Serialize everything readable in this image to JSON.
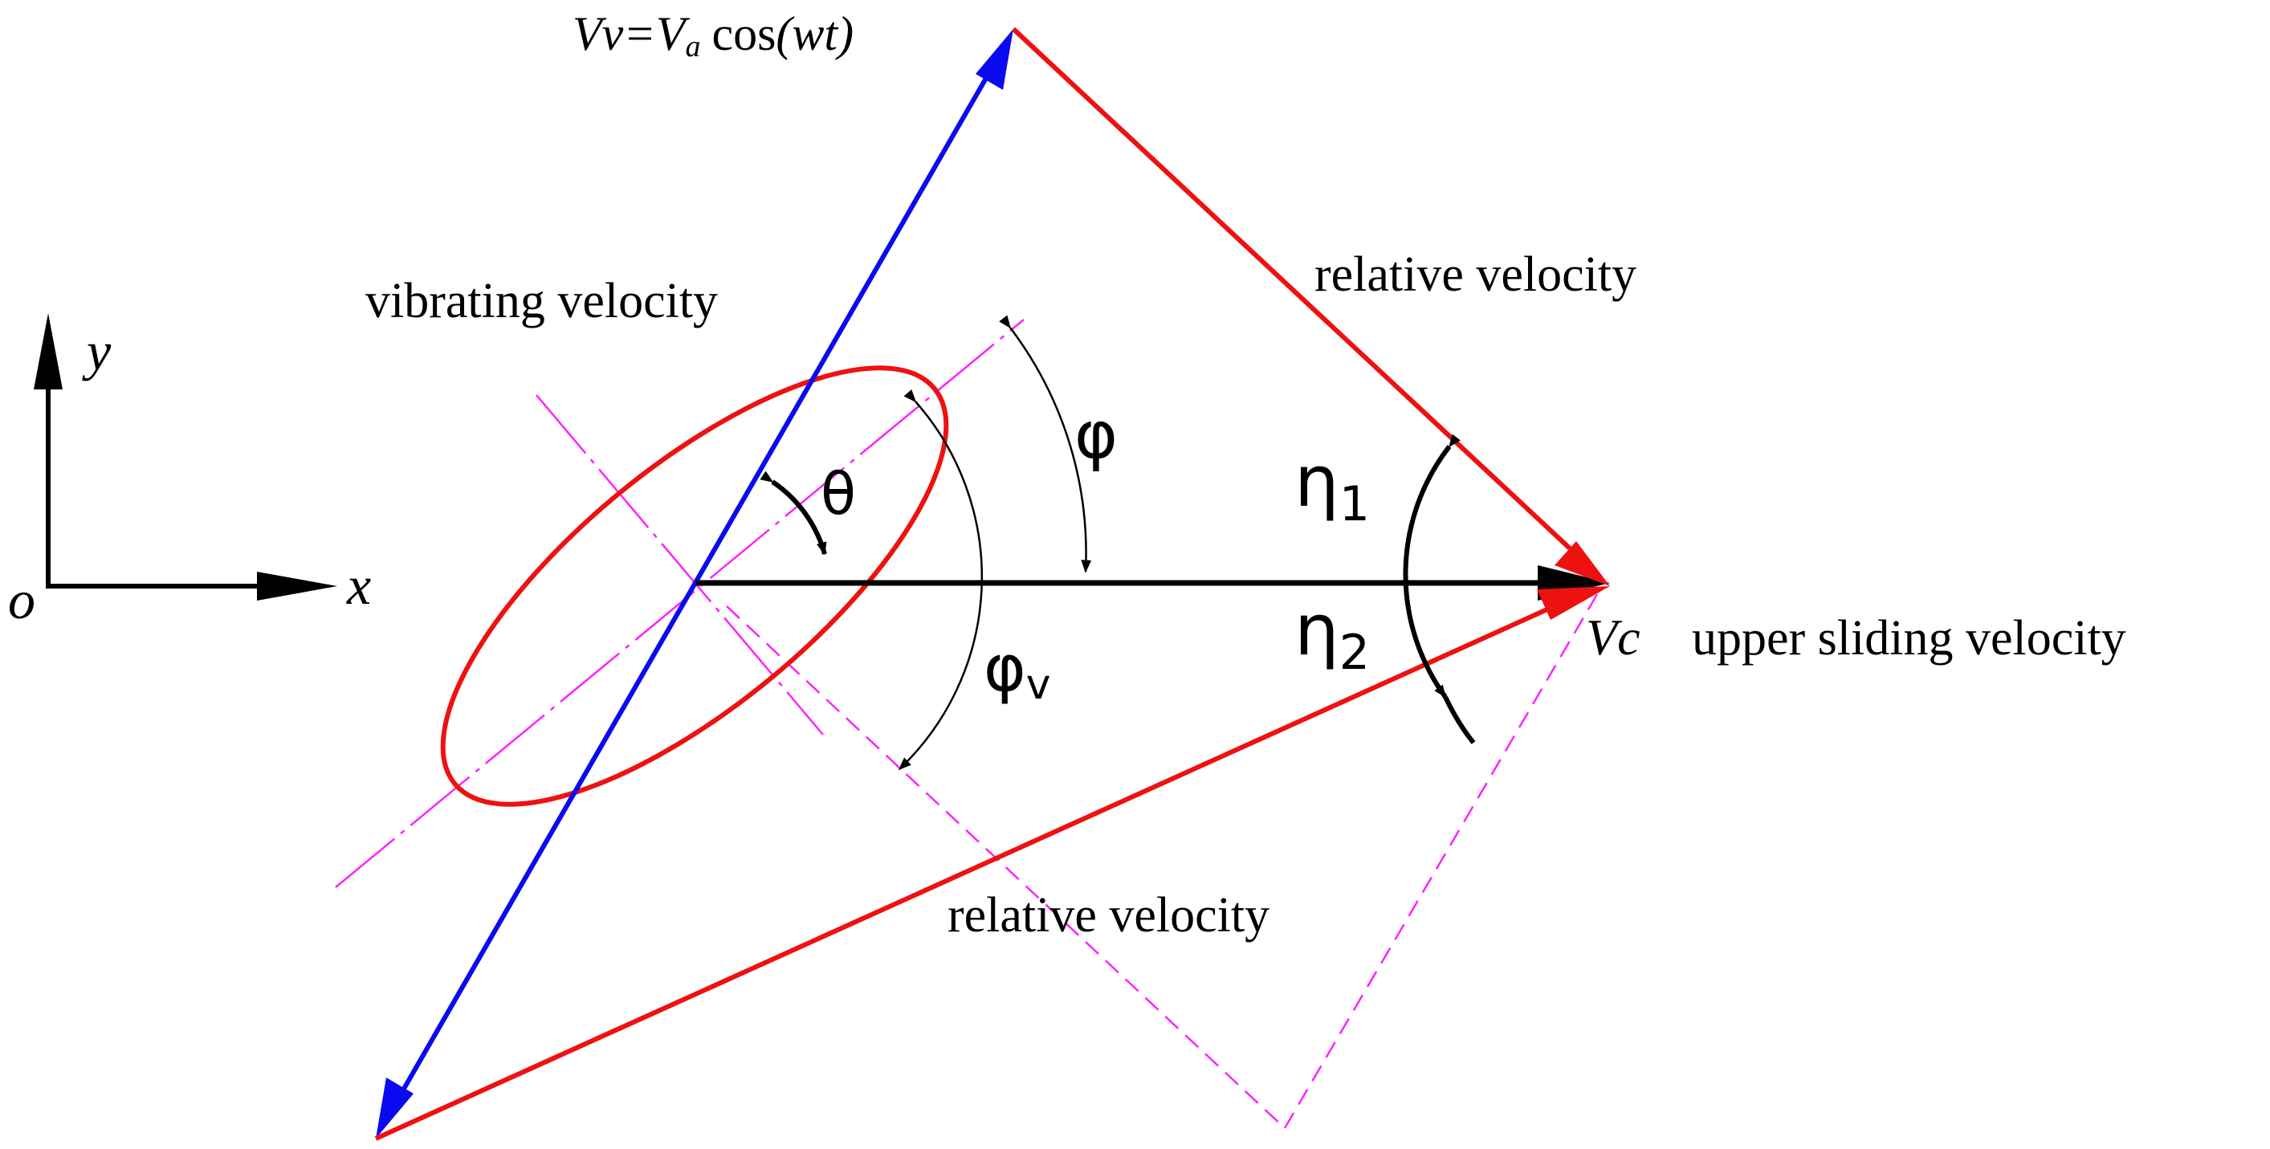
{
  "labels": {
    "vv_formula_prefix": "Vv=",
    "vv_formula_va": "V",
    "vv_formula_va_sub": "a",
    "vv_formula_cos": "cos",
    "vv_formula_arg": "(wt)",
    "vibrating_velocity": "vibrating velocity",
    "relative_velocity_top": "relative velocity",
    "relative_velocity_bottom": "relative velocity",
    "vc": "Vc",
    "upper_sliding_velocity": "upper sliding velocity",
    "axis_y": "y",
    "axis_x": "x",
    "origin": "o",
    "theta": "θ",
    "phi": "φ",
    "phi_v": "φ",
    "phi_v_sub": "v",
    "eta1": "η",
    "eta1_sub": "1",
    "eta2": "η",
    "eta2_sub": "2"
  },
  "colors": {
    "vibrating_vector": "#0a0af0",
    "relative_vectors": "#ee1111",
    "ellipse": "#ee1111",
    "construction_lines": "#ff22ff",
    "axes": "#000000"
  }
}
